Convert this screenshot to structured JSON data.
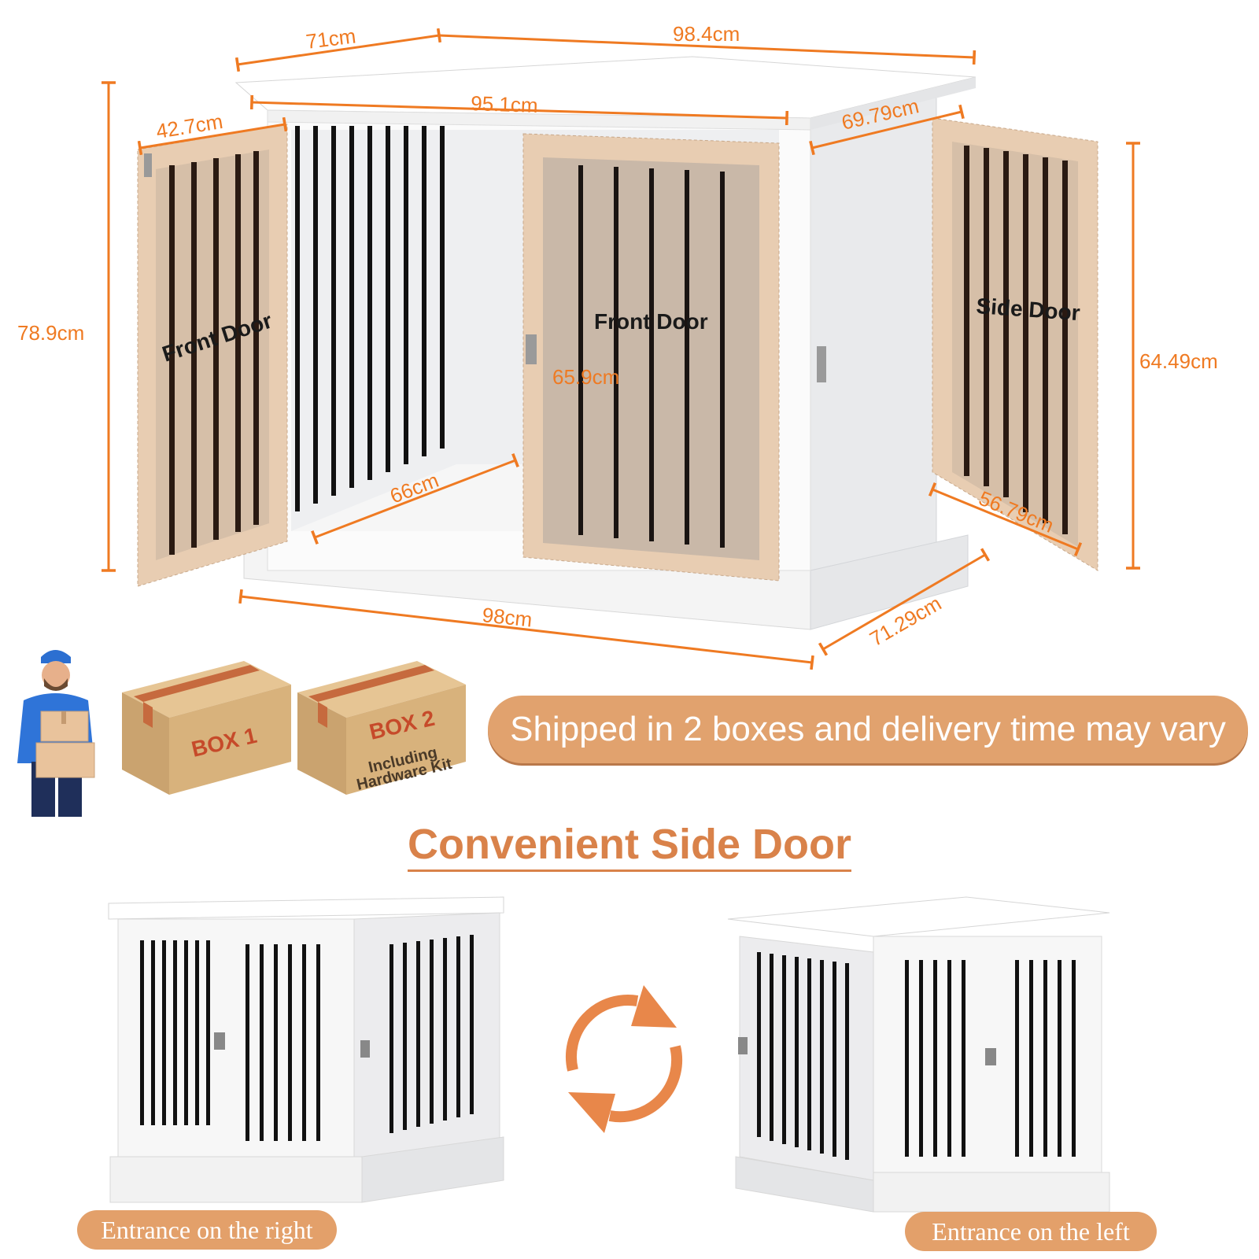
{
  "dimensions": {
    "top_depth": "71cm",
    "top_width": "98.4cm",
    "inner_width": "95.1cm",
    "front_door_width": "42.7cm",
    "side_top_depth": "69.79cm",
    "total_height": "78.9cm",
    "door_height": "65.9cm",
    "side_door_height": "64.49cm",
    "floor_depth": "66cm",
    "side_door_width": "56.79cm",
    "base_width": "98cm",
    "base_depth": "71.29cm"
  },
  "labels": {
    "front_door_left": "Front Door",
    "front_door_center": "Front Door",
    "side_door": "Side  Door"
  },
  "shipping": {
    "box1": "BOX 1",
    "box2": "BOX 2",
    "box2_note_1": "Including",
    "box2_note_2": "Hardware Kit",
    "banner": "Shipped in 2 boxes and delivery time may vary"
  },
  "side_door_section": {
    "title": "Convenient Side Door",
    "entrance_right": "Entrance on the right",
    "entrance_left": "Entrance on the left"
  },
  "colors": {
    "accent": "#ef7a22",
    "banner": "#e1a26e",
    "title": "#d9824a",
    "door_tan": "#e8cdb2"
  }
}
